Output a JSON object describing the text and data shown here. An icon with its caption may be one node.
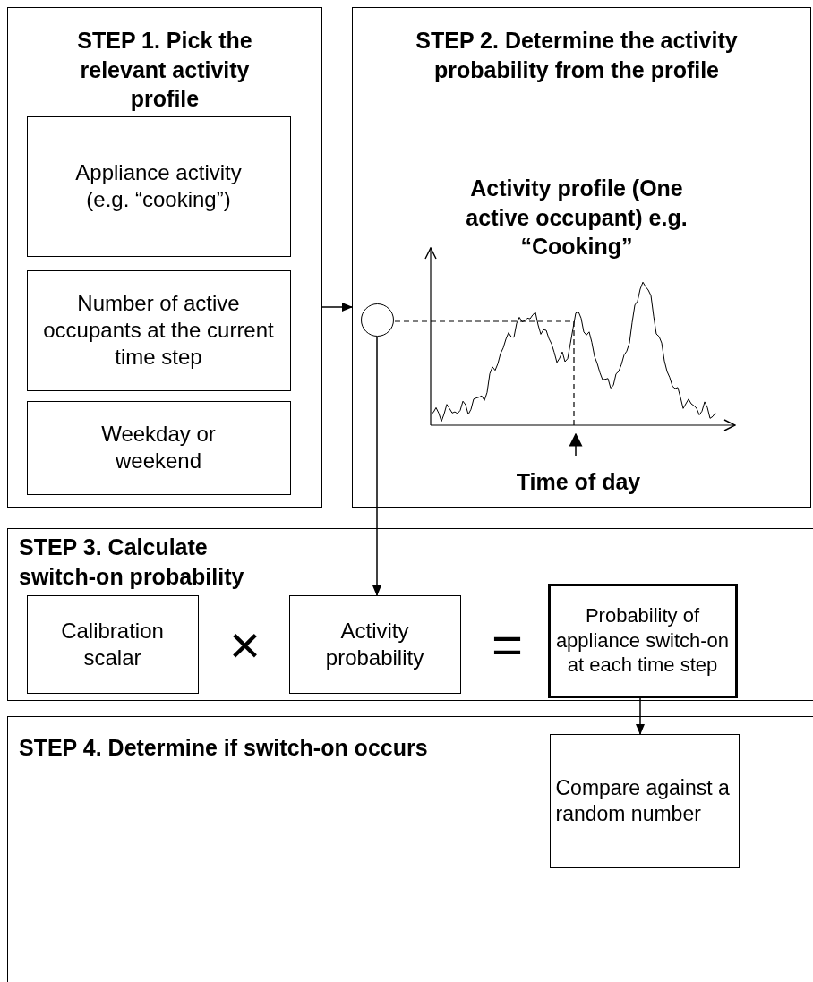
{
  "diagram": {
    "nodes": [
      {
        "text": [
          "STEP 1. Pick the relevant activity profile"
        ]
      },
      {
        "text": [
          "Appliance activity (e.g. “cooking”)"
        ],
        "in": 0
      },
      {
        "text": [
          "Number of active occupants at the current time step"
        ],
        "in": 0
      },
      {
        "text": [
          "Weekday or weekend"
        ],
        "in": 0
      },
      {
        "text": [
          "STEP 2. Determine the activity probability from the profile",
          "Activity profile (One active occupant) e.g. “Cooking”",
          "Time of day"
        ]
      },
      {
        "text": [],
        "shape": "circle",
        "in": 4
      },
      {
        "text": [
          "STEP 3. Calculate switch-on probability"
        ]
      },
      {
        "text": [
          "Calibration scalar"
        ],
        "in": 6
      },
      {
        "text": [
          "Activity probability"
        ],
        "in": 6
      },
      {
        "text": [
          "Probability of appliance switch-on at each time step"
        ],
        "in": 6
      },
      {
        "text": [
          "STEP 4. Determine if switch-on occurs"
        ]
      },
      {
        "text": [
          "Compare against a random number"
        ],
        "in": 10
      }
    ],
    "edges": [
      {
        "from": 0,
        "to": 4,
        "arrow": "to"
      },
      {
        "from": 5,
        "to": 8,
        "arrow": "to"
      },
      {
        "from": 9,
        "to": 11,
        "arrow": "to"
      }
    ],
    "labels": [
      "×",
      "="
    ]
  }
}
